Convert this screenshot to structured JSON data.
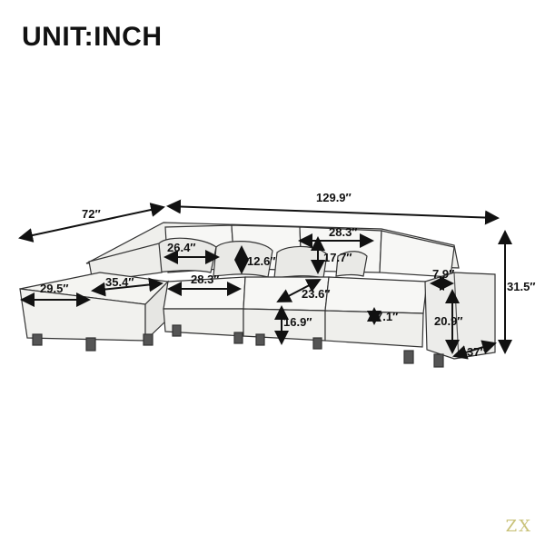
{
  "title": "UNIT:INCH",
  "watermark": "ZX",
  "dimensions": {
    "overall_length": "129.9″",
    "chaise_length": "72″",
    "height": "31.5″",
    "depth": "37″",
    "chaise_width": "29.5″",
    "chaise_depth": "35.4″",
    "back_cushion_width": "26.4″",
    "back_cushion_height": "12.6″",
    "seat_width": "28.3″",
    "seat_width_back": "28.3″",
    "back_height": "17.7″",
    "seat_depth": "23.6″",
    "seat_height": "16.9″",
    "cushion_thickness": "7.1″",
    "arm_width": "7.9″",
    "arm_height": "20.9″"
  }
}
